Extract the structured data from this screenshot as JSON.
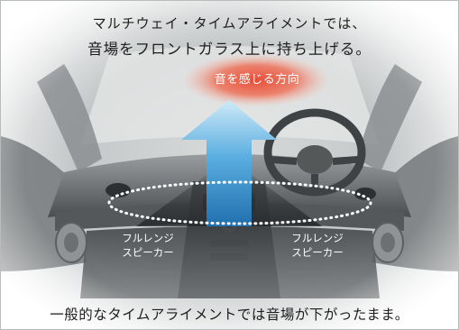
{
  "caption": {
    "line1": "マルチウェイ・タイムアライメントでは、",
    "line2": "音場をフロントガラス上に持ち上げる。"
  },
  "direction_label": "音を感じる方向",
  "speakers": {
    "left": {
      "line1": "フルレンジ",
      "line2": "スピーカー"
    },
    "right": {
      "line1": "フルレンジ",
      "line2": "スピーカー"
    }
  },
  "bottom_caption": "一般的なタイムアライメントでは音場が下がったまま。",
  "colors": {
    "arrow_top": "#bfe3f7",
    "arrow_bottom": "#2f86c6",
    "glow": "#e8573a",
    "frame_border": "#b9bcbd"
  }
}
